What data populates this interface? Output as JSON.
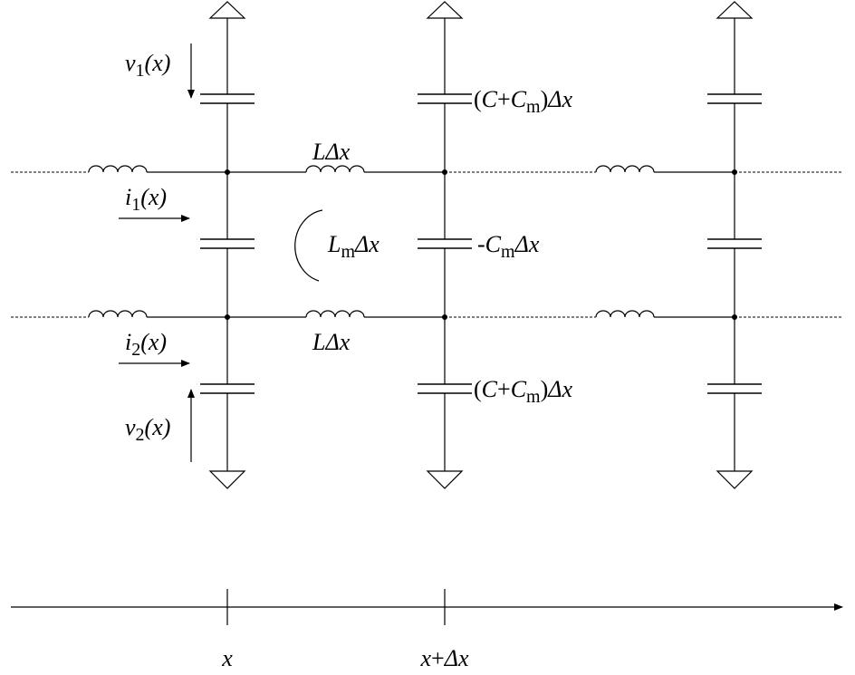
{
  "diagram": {
    "labels": {
      "v1": {
        "sym": "v",
        "sub": "1",
        "arg": "(x)"
      },
      "v2": {
        "sym": "v",
        "sub": "2",
        "arg": "(x)"
      },
      "i1": {
        "sym": "i",
        "sub": "1",
        "arg": "(x)"
      },
      "i2": {
        "sym": "i",
        "sub": "2",
        "arg": "(x)"
      },
      "l_top": {
        "sym": "L",
        "d": "Δx"
      },
      "l_bottom": {
        "sym": "L",
        "d": "Δx"
      },
      "lm": {
        "sym": "L",
        "sub": "m",
        "d": "Δx"
      },
      "cap_top": {
        "open": "(",
        "c": "C",
        "plus": "+",
        "cm": "C",
        "sub": "m",
        "close": ")",
        "d": "Δx"
      },
      "cap_mid": {
        "minus": "-",
        "cm": "C",
        "sub": "m",
        "d": "Δx"
      },
      "cap_bottom": {
        "open": "(",
        "c": "C",
        "plus": "+",
        "cm": "C",
        "sub": "m",
        "close": ")",
        "d": "Δx"
      }
    },
    "axis": {
      "tick_x": "x",
      "tick_xdx": {
        "x": "x",
        "plus": "+",
        "d": "Δx"
      }
    }
  }
}
